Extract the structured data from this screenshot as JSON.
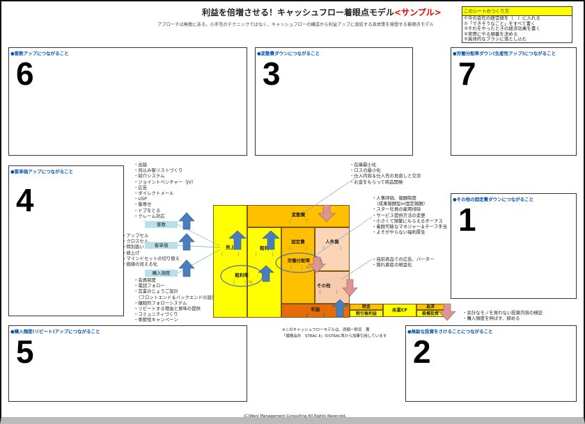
{
  "title": {
    "main": "利益を倍増させる！キャッシュフロー着眼点モデル",
    "sample": "<サンプル>"
  },
  "subtitle": "アプローチは無数にある。小手先のテクニックではなく、キャッシュフローの構造から利益アップに直結する具体策を発想する着眼点モデル",
  "howto": {
    "header": "このシートのつくり方",
    "steps": [
      "①今の会社の経営値を（　）に入れる",
      "②「できそうなこと」をすべて書く",
      "③それをやったときの経済効果を書く",
      "④実際にやる順番を決める",
      "⑤具体的なプランに落とし込む"
    ]
  },
  "boxes": {
    "b6": {
      "label": "●客数アップにつながること",
      "num": "6"
    },
    "b3": {
      "label": "●変動費ダウンにつながること",
      "num": "3"
    },
    "b7": {
      "label": "●労働分配率ダウン(生産性アップ)につながること",
      "num": "7"
    },
    "b4": {
      "label": "●客単価アップにつながること",
      "num": "4"
    },
    "b1": {
      "label": "●その他の固定費ダウンにつながること",
      "num": "1"
    },
    "b5": {
      "label": "●購入頻度(リピート)アップにつながること",
      "num": "5"
    },
    "b2": {
      "label": "●無駄な投資をさけることにつながること",
      "num": "2"
    }
  },
  "lists": {
    "customers": [
      "出版",
      "見込み客リストづくり",
      "紹介システム",
      "ジョイントベンチャー（JV）",
      "広告",
      "ダイレクトメール",
      "USP",
      "客寄せ",
      "ドブをとる",
      "クレーム対応"
    ],
    "unit_price": [
      "アップセル",
      "クロスセル",
      "特別扱い",
      "値上げ",
      "マインドセットの切り替え",
      "価値の見える化"
    ],
    "frequency": [
      "会員制度",
      "電話フォロー",
      "営業のじょうご設計",
      "（フロントエンド＆バックエンドの設計）",
      "継続的フォローシステム",
      "リピートする理由と意味の提供",
      "コミュニティづくり",
      "季節性キャンペーン"
    ],
    "variable": [
      "在庫最小化",
      "ロスの最小化",
      "仕入内容＆仕入先の見直しと交渉",
      "お金をもらって商品開発"
    ],
    "labor": [
      "人事評価、報酬制度",
      "（成果報酬型or固定報酬）",
      "スター社員の雇用排除",
      "サービス提供方法の変更",
      "小さくて頻繁にもらえるボーナス",
      "着脱可能なマネジャー＆チーフ手当",
      "よそがやらない福利厚生"
    ],
    "other_fixed": [
      "自前商品での広告、バーター",
      "隠れ資産の現金化"
    ],
    "investment": [
      "余計なモノを買わない投資内容の検証",
      "購入頻度を伸ばす、締める"
    ]
  },
  "tags": {
    "customers": "客数",
    "unit_price": "客単価",
    "frequency": "購入頻度"
  },
  "diagram": {
    "sales": "売上",
    "gross": "粗利",
    "gross_rate": "粗利率",
    "variable": "変動費",
    "fixed": "固定費",
    "labor": "人件費",
    "labor_rate": "労働分配率",
    "other": "その他",
    "profit": "利益",
    "tax": "税金",
    "after_tax": "税引後利益",
    "cf": "本業CF",
    "repay": "返済",
    "capex": "設備投資",
    "blank": "（　　　）",
    "pct": "（　　）%"
  },
  "note": [
    "※このキャッシュフローモデルは、西順一郎氏　著",
    "「戦略会計　STRAC Ⅱ」のSTRAC表から加筆引用しています"
  ],
  "copyright": "(C)Wani Management Consulting All Rights Reserved.",
  "colors": {
    "yellow": "#ffff00",
    "orange": "#ffc000",
    "dark_orange": "#e46c0a",
    "peach": "#fbd5b5",
    "light_peach": "#f8cbad",
    "blue_arrow": "#4a7ebb",
    "pink_arrow": "#d99694",
    "label_blue": "#0050b0"
  }
}
